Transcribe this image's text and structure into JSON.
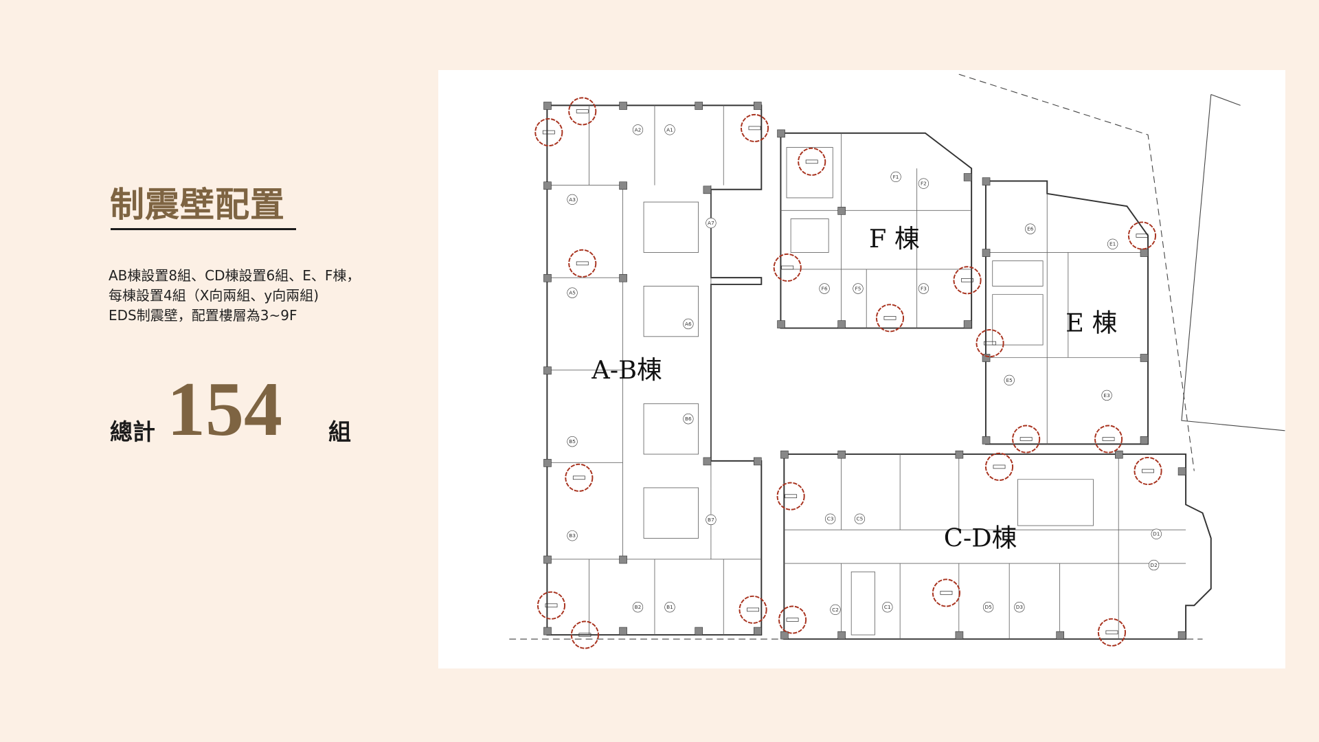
{
  "title": "制震壁配置",
  "description": {
    "line1": "AB棟設置8組、CD棟設置6組、E、F棟，",
    "line2": "每棟設置4組（X向兩組、y向兩組)",
    "line3": "EDS制震壁，配置樓層為3~9F"
  },
  "total": {
    "label": "總計",
    "value": "154",
    "unit": "組"
  },
  "floor_plan": {
    "buildings": [
      {
        "label": "A-B棟"
      },
      {
        "label": "F 棟"
      },
      {
        "label": "E 棟"
      },
      {
        "label": "C-D棟"
      }
    ],
    "units": [
      "A1",
      "A2",
      "A3",
      "A7",
      "A5",
      "A6",
      "B6",
      "B5",
      "B7",
      "B3",
      "B2",
      "B1",
      "F1",
      "F2",
      "F6",
      "F5",
      "F3",
      "E6",
      "E1",
      "E5",
      "E3",
      "C3",
      "C5",
      "D1",
      "D2",
      "C2",
      "C1",
      "D5",
      "D3"
    ],
    "damper_marker_color": "#a8321e"
  },
  "colors": {
    "accent": "#7e6442",
    "background": "#fcf0e5"
  }
}
